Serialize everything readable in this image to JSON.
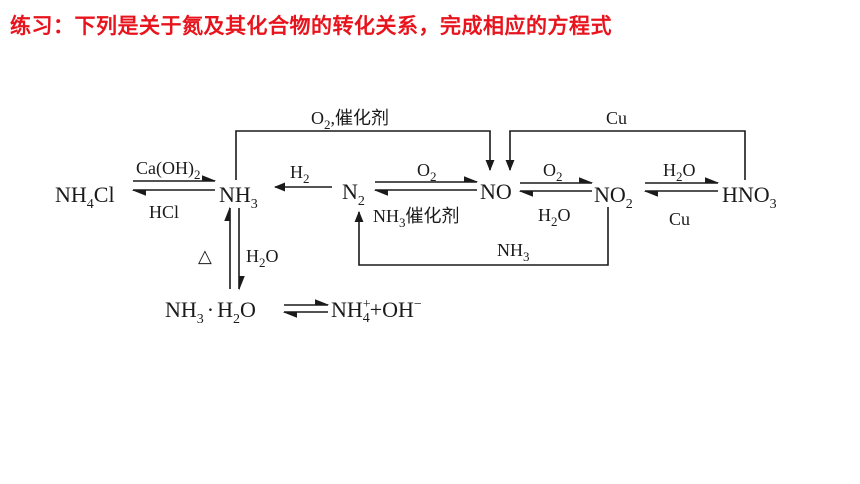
{
  "title": "练习：下列是关于氮及其化合物的转化关系，完成相应的方程式",
  "species": {
    "nh4cl": {
      "main": "NH",
      "sub1": "4",
      "rest": "Cl"
    },
    "nh3": {
      "main": "NH",
      "sub1": "3"
    },
    "n2": {
      "main": "N",
      "sub1": "2"
    },
    "no": {
      "main": "NO"
    },
    "no2": {
      "main": "NO",
      "sub1": "2"
    },
    "hno3": {
      "main": "HNO",
      "sub1": "3"
    },
    "nh3h2o": {
      "a": "NH",
      "a_sub": "3",
      "dot": "·",
      "b": "H",
      "b_sub": "2",
      "c": "O"
    },
    "ions": {
      "a": "NH",
      "a_sup": "+",
      "a_sub": "4",
      "plus": "+OH",
      "sup": "−"
    }
  },
  "labels": {
    "o2_cat": {
      "a": "O",
      "sub": "2",
      "b": ",",
      "cn": "催化剂"
    },
    "cu_top": "Cu",
    "caoh2": {
      "a": "Ca(OH)",
      "sub": "2"
    },
    "hcl": "HCl",
    "h2": {
      "a": "H",
      "sub": "2"
    },
    "o2_a": {
      "a": "O",
      "sub": "2"
    },
    "nh3_cat": {
      "a": "NH",
      "sub": "3",
      "cn": "催化剂"
    },
    "o2_b": {
      "a": "O",
      "sub": "2"
    },
    "h2o_a": {
      "a": "H",
      "sub": "2",
      "b": "O"
    },
    "h2o_b": {
      "a": "H",
      "sub": "2",
      "b": "O"
    },
    "cu_b": "Cu",
    "nh3_bottom": {
      "a": "NH",
      "sub": "3"
    },
    "triangle": "△",
    "h2o_v": {
      "a": "H",
      "sub": "2",
      "b": "O"
    }
  }
}
